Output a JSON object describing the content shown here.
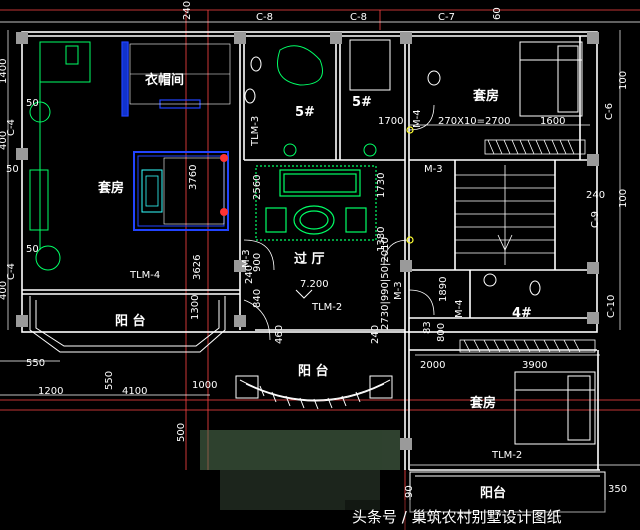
{
  "rooms": {
    "cloakroom": "衣帽间",
    "suite_left": "套房",
    "suite_right_top": "套房",
    "suite_right_bottom": "套房",
    "bath_5a": "5#",
    "bath_5b": "5#",
    "bath_4": "4#",
    "hall": "过 厅",
    "balcony_left": "阳 台",
    "balcony_center": "阳 台",
    "balcony_bottom_right": "阳台"
  },
  "labels": {
    "c8a": "C-8",
    "c8b": "C-8",
    "c7": "C-7",
    "c6": "C-6",
    "c4a": "C-4",
    "c4b": "C-4",
    "c9": "C-9",
    "c10": "C-10",
    "m3a": "M-3",
    "m3b": "M-3",
    "m3c": "M-3",
    "m4a": "M-4",
    "m4b": "M-4",
    "tlm3": "TLM-3",
    "tlm4": "TLM-4",
    "tlm2a": "TLM-2",
    "tlm2b": "TLM-2",
    "elev": "7.200"
  },
  "dims": {
    "d240a": "240",
    "d60": "60",
    "d1400": "1400",
    "d50a": "50",
    "d400a": "400",
    "d50b": "50",
    "d50c": "50",
    "d400b": "400",
    "d550a": "550",
    "d1200": "1200",
    "d4100": "4100",
    "d550b": "550",
    "d1000": "1000",
    "d500": "500",
    "d3760": "3760",
    "d2560": "2560",
    "d1730": "1730",
    "d1380": "1380",
    "d1700": "1700",
    "d270": "270X10=2700",
    "d1600": "1600",
    "d240b": "240",
    "d100a": "100",
    "d100b": "100",
    "d3626": "3626",
    "d900": "900",
    "d2400": "240",
    "d840": "840",
    "d1300": "1300",
    "d460": "460",
    "d2402": "240",
    "d1890": "1890",
    "d800": "800",
    "d83": "83",
    "d2000": "2000",
    "d3900": "3900",
    "d90": "90",
    "d350": "350",
    "dvert": "2730|990|50|2010"
  },
  "watermark": "头条号 / 巢筑农村别墅设计图纸",
  "colors": {
    "background": "#000000",
    "wall": "#ffffff",
    "grid": "#ff4444",
    "furniture": "#00ff66",
    "bed_blue": "#2244ff",
    "text": "#ffffff",
    "column": "#9a9a9a",
    "accent_yellow": "#ffff33",
    "cyan": "#33ffff"
  }
}
